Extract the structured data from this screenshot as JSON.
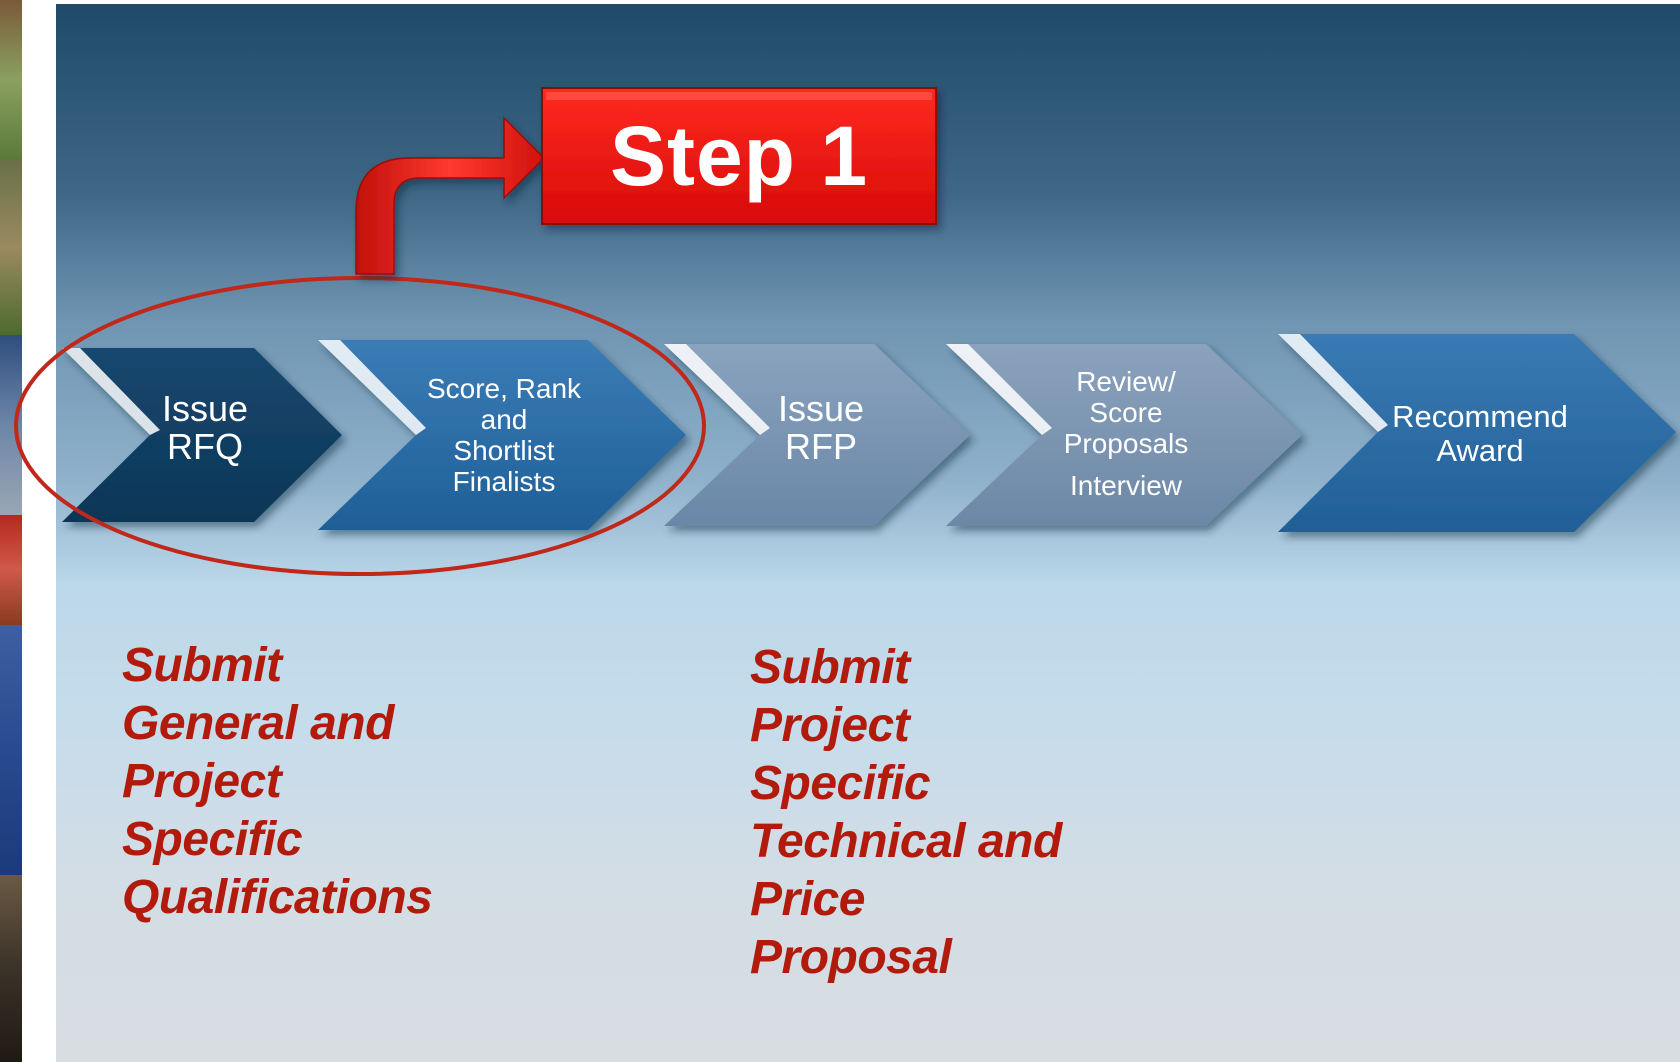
{
  "callout": {
    "label": "Step 1"
  },
  "process": {
    "steps": [
      {
        "lines": [
          "Issue",
          "RFQ"
        ]
      },
      {
        "lines": [
          "Score, Rank",
          "and",
          "Shortlist",
          "Finalists"
        ]
      },
      {
        "lines": [
          "Issue",
          "RFP"
        ]
      },
      {
        "lines": [
          "Review/",
          "Score",
          "Proposals",
          "Interview"
        ]
      },
      {
        "lines": [
          "Recommend",
          "Award"
        ]
      }
    ]
  },
  "notes": {
    "left": "Submit\nGeneral and\nProject\nSpecific\nQualifications",
    "right": "Submit\nProject\nSpecific\nTechnical and\nPrice\nProposal"
  },
  "colors": {
    "highlight_red": "#e8100f",
    "ellipse_red": "#c0281a",
    "caption_red": "#b21a0c"
  }
}
